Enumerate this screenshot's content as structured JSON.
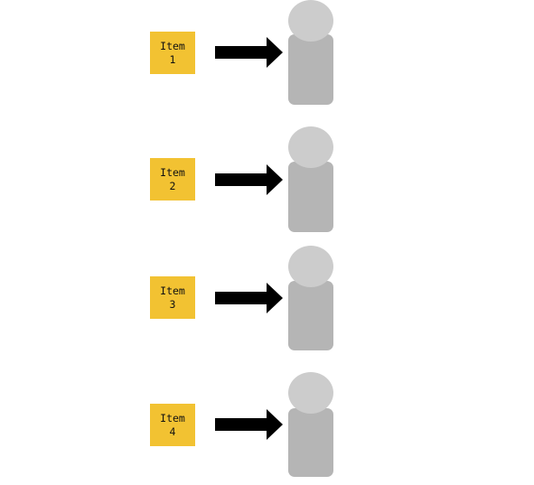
{
  "items": [
    {
      "label": "Item\n1"
    },
    {
      "label": "Item\n2"
    },
    {
      "label": "Item\n3"
    },
    {
      "label": "Item\n4"
    }
  ],
  "colors": {
    "item_box": "#f2c232",
    "arrow": "#000000",
    "person_head": "#cccccc",
    "person_body": "#b5b5b5"
  },
  "icons": {
    "arrow": "arrow-right-icon",
    "person": "person-icon"
  }
}
